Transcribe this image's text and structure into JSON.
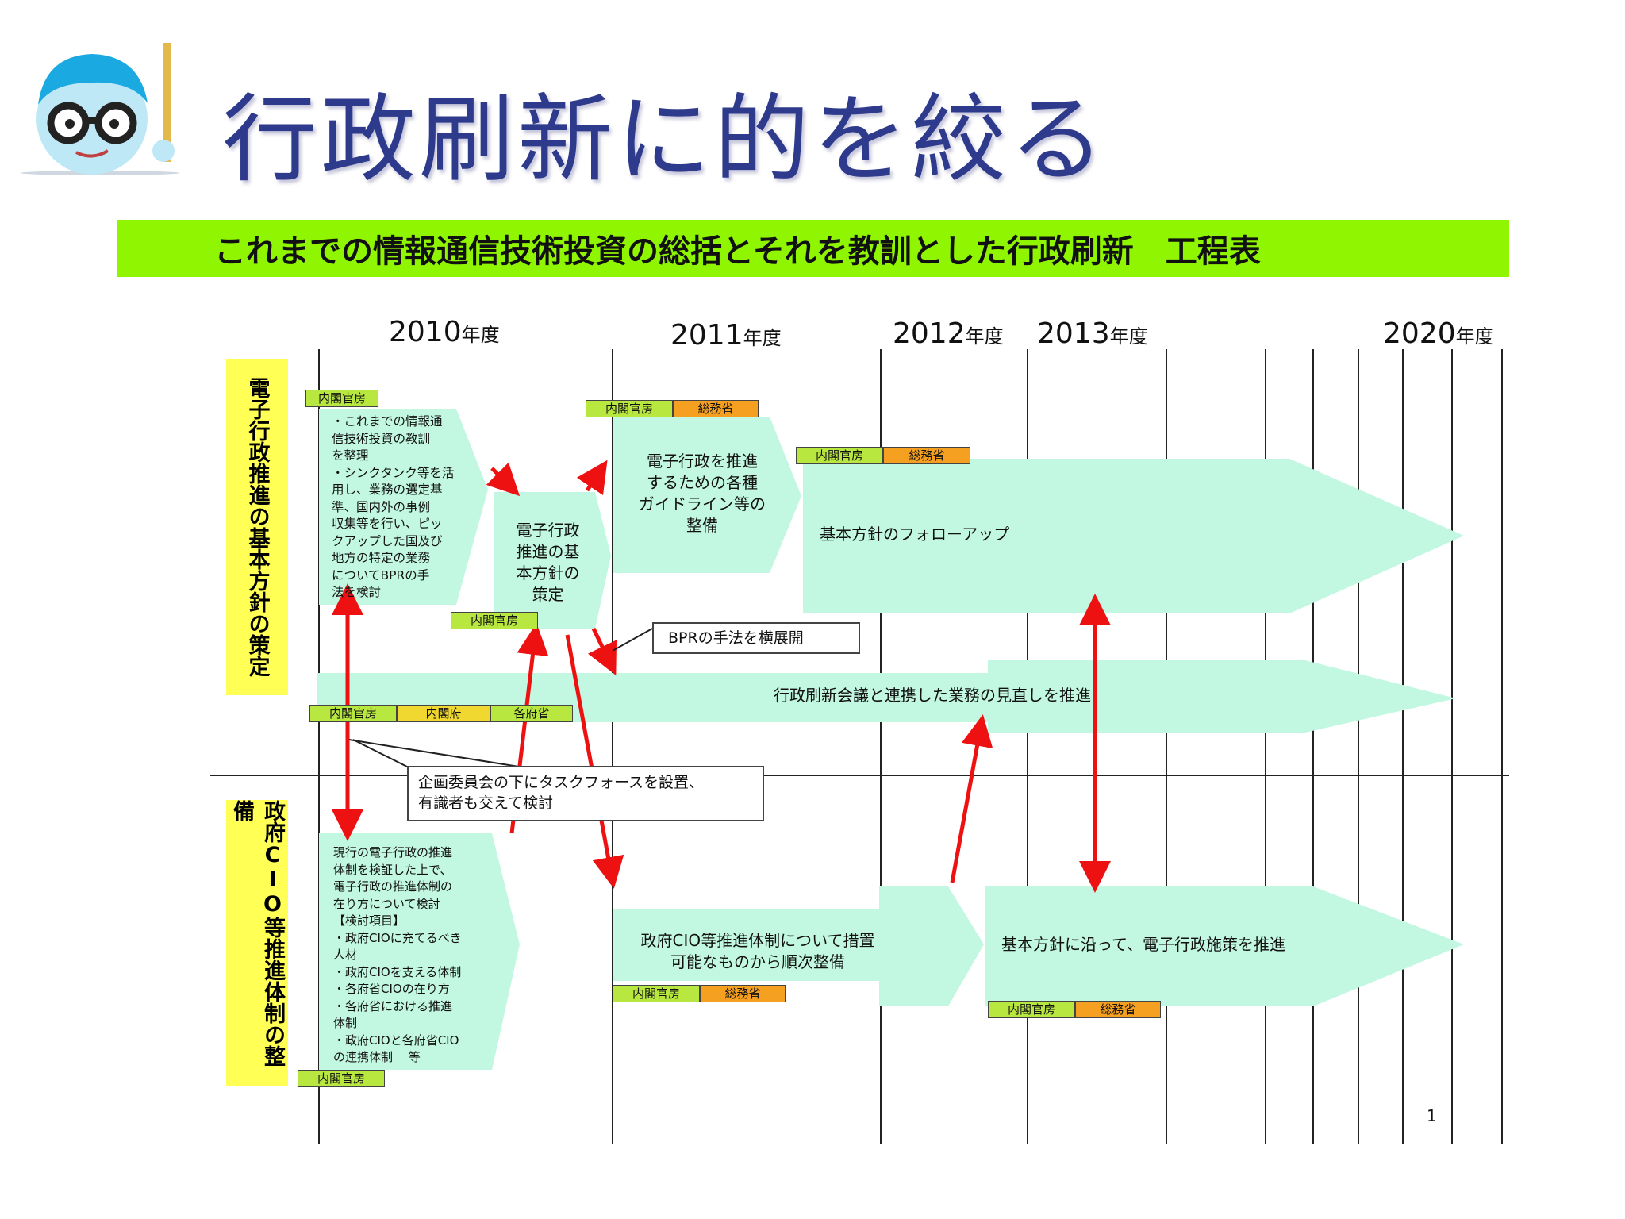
{
  "slide": {
    "title": "行政刷新に的を絞る",
    "page_number": "1"
  },
  "diagram": {
    "banner": "これまでの情報通信技術投資の総括とそれを教訓とした行政刷新　工程表",
    "years": [
      {
        "year": "2010",
        "unit": "年度"
      },
      {
        "year": "2011",
        "unit": "年度"
      },
      {
        "year": "2012",
        "unit": "年度"
      },
      {
        "year": "2013",
        "unit": "年度"
      },
      {
        "year": "2020",
        "unit": "年度"
      }
    ],
    "side_labels": {
      "top": "電子行政推進の基本方針の策定",
      "bottom": "政府CIO等推進体制の整備"
    },
    "tags": {
      "cabinet_secretariat": "内閣官房",
      "mic": "総務省",
      "cabinet_office": "内閣府",
      "ministries": "各府省"
    },
    "boxes": {
      "review_text": "・これまでの情報通\n信技術投資の教訓\nを整理\n・シンクタンク等を活\n用し、業務の選定基\n準、国内外の事例\n収集等を行い、ピッ\nクアップした国及び\n地方の特定の業務\nについてBPRの手\n法を検討",
      "basic_policy": "電子行政\n推進の基\n本方針の\n策定",
      "guidelines": "電子行政を推進\nするための各種\nガイドライン等の\n整備",
      "followup": "基本方針のフォローアップ",
      "bpr_callout": "BPRの手法を横展開",
      "reform": "行政刷新会議と連携した業務の見直しを推進",
      "taskforce_callout": "企画委員会の下にタスクフォースを設置、\n有識者も交えて検討",
      "cio_review": "現行の電子行政の推進\n体制を検証した上で、\n電子行政の推進体制の\n在り方について検討\n【検討項目】\n・政府CIOに充てるべき\n人材\n・政府CIOを支える体制\n・各府省CIOの在り方\n・各府省における推進\n体制\n・政府CIOと各府省CIO\nの連携体制　 等",
      "cio_measures": "政府CIO等推進体制について措置\n可能なものから順次整備",
      "promote": "基本方針に沿って、電子行政施策を推進"
    },
    "colors": {
      "title": "#2e3a8c",
      "banner": "#8ff500",
      "arrow_fill": "#c2f7e2",
      "side_label": "#ffff55",
      "red_arrow": "#ee1111"
    }
  }
}
